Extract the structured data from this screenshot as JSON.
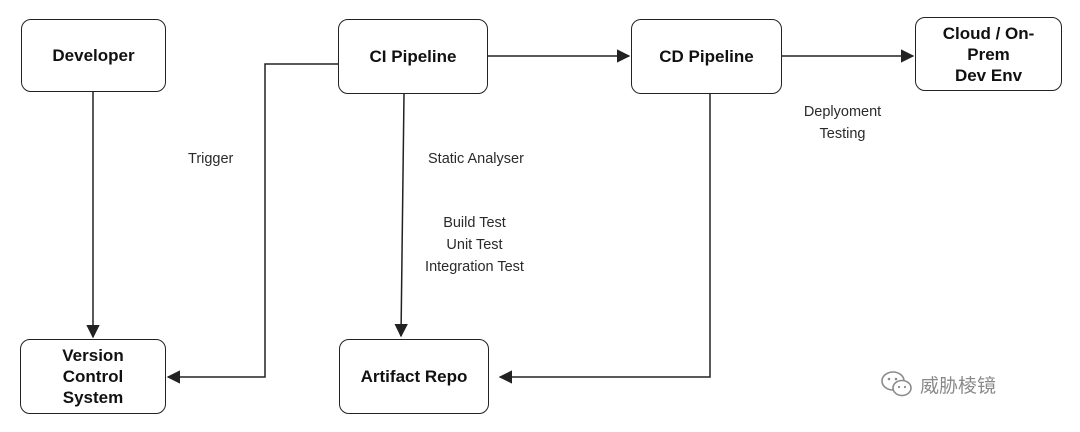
{
  "nodes": {
    "developer": {
      "label": "Developer"
    },
    "ci_pipeline": {
      "label": "CI Pipeline"
    },
    "cd_pipeline": {
      "label": "CD Pipeline"
    },
    "cloud_env": {
      "lines": [
        "Cloud / On-",
        "Prem",
        "Dev Env"
      ]
    },
    "version_control": {
      "lines": [
        "Version",
        "Control",
        "System"
      ]
    },
    "artifact_repo": {
      "label": "Artifact Repo"
    }
  },
  "edge_labels": {
    "trigger": "Trigger",
    "static_analyser": "Static Analyser",
    "tests": [
      "Build Test",
      "Unit Test",
      "Integration Test"
    ],
    "deployment_testing": [
      "Deplyoment",
      "Testing"
    ]
  },
  "watermark": {
    "text": "威胁棱镜",
    "icon": "wechat-icon"
  },
  "colors": {
    "stroke": "#222222",
    "text": "#111111",
    "watermark": "#8a8a8a"
  }
}
